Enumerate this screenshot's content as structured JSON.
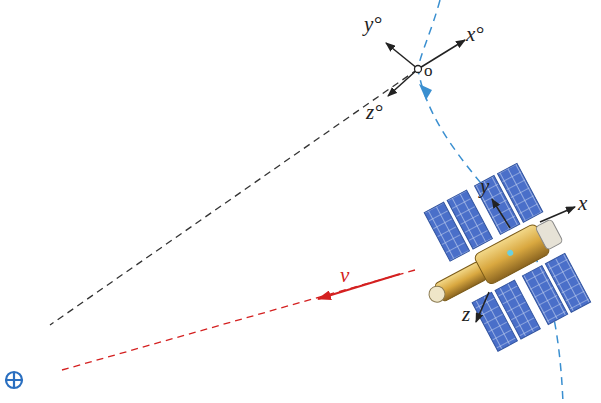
{
  "diagram": {
    "labels": [
      "y°",
      "x°",
      "z°",
      "o",
      "y",
      "x",
      "z",
      "ν"
    ]
  }
}
